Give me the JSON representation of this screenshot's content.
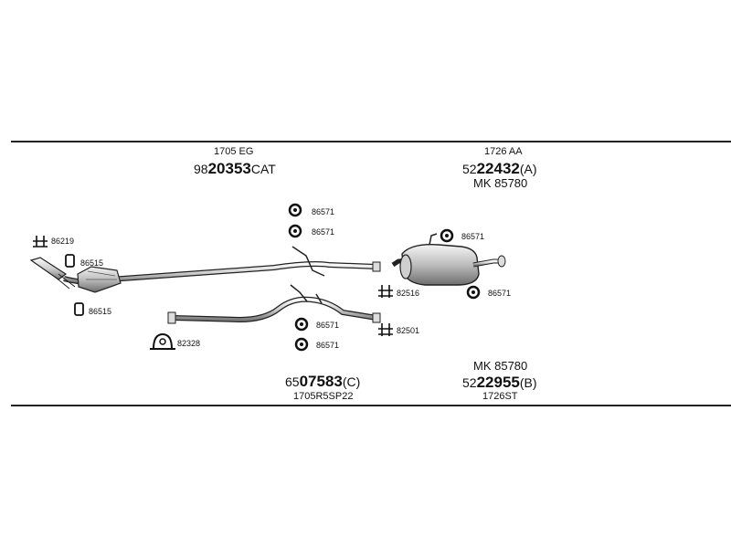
{
  "section_left": {
    "code": "1705 EG",
    "part_prefix": "98",
    "part_bold": "20353",
    "part_suffix": "CAT"
  },
  "section_right_top": {
    "code": "1726 AA",
    "part_prefix": "52",
    "part_bold": "22432",
    "part_suffix": "(A)",
    "kit": "MK 85780"
  },
  "section_mid_bottom": {
    "part_prefix": "65",
    "part_bold": "07583",
    "part_suffix": "(C)",
    "code": "1705R5SP22"
  },
  "section_right_bottom": {
    "kit": "MK 85780",
    "part_prefix": "52",
    "part_bold": "22955",
    "part_suffix": "(B)",
    "code": "1726ST"
  },
  "callouts": {
    "p86219": "86219",
    "p86515a": "86515",
    "p86515b": "86515",
    "p82328": "82328",
    "p86571a": "86571",
    "p86571b": "86571",
    "p86571c": "86571",
    "p86571d": "86571",
    "p86571e": "86571",
    "p86571f": "86571",
    "p82516": "82516",
    "p82501": "82501"
  }
}
